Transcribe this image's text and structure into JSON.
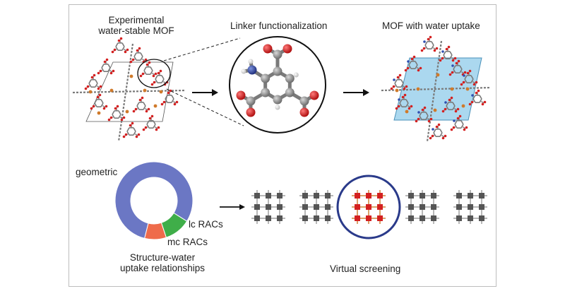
{
  "panels": {
    "experimental_title_line1": "Experimental",
    "experimental_title_line2": "water-stable MOF",
    "linker_title": "Linker functionalization",
    "uptake_title": "MOF with water uptake",
    "donut_labels": {
      "geometric": "geometric",
      "lc": "lc RACs",
      "mc": "mc RACs"
    },
    "relationships_line1": "Structure-water",
    "relationships_line2": "uptake relationships",
    "screening_title": "Virtual screening"
  },
  "chart_data": {
    "type": "pie",
    "style": "donut",
    "categories": [
      "geometric",
      "lc RACs",
      "mc RACs"
    ],
    "values": [
      80,
      11,
      9
    ],
    "colors": [
      "#6b77c4",
      "#3fae49",
      "#ef6b4b"
    ]
  },
  "colors": {
    "carbon": "#8a8a8a",
    "oxygen": "#d42020",
    "nitrogen": "#2f4fb0",
    "metal": "#d07a2a",
    "water_plane": "#8fcbea",
    "screen_circle": "#2a3a8a",
    "grid_node_dark": "#555555",
    "grid_node_hit": "#d42020",
    "grid_line_hit": "#d9a36a"
  }
}
